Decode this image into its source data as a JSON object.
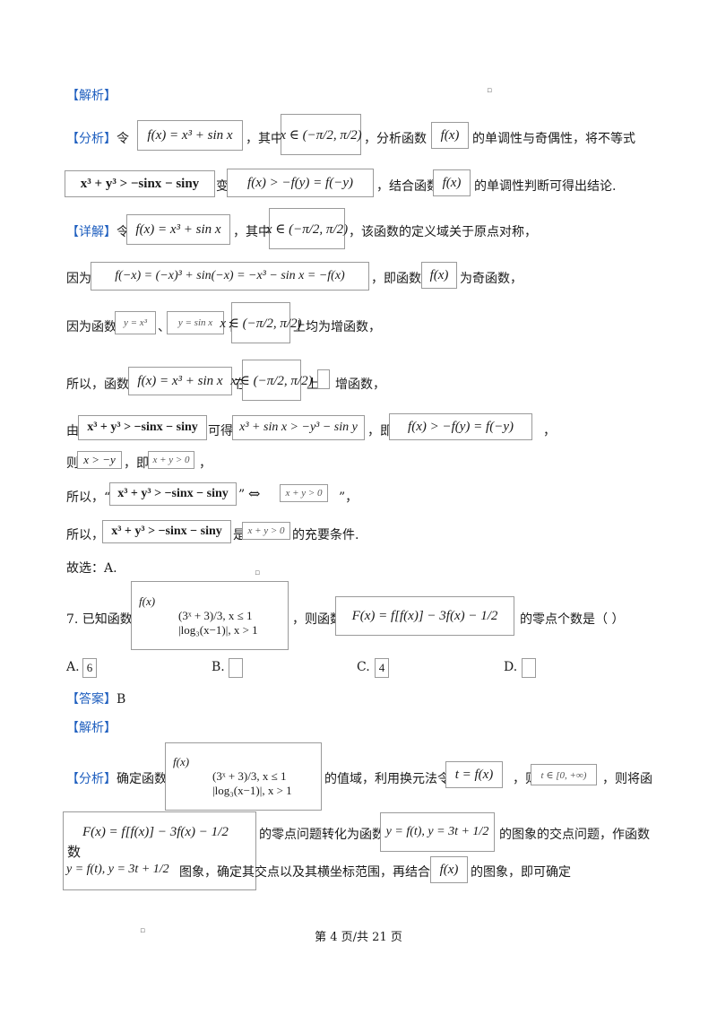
{
  "section_jiexi_1": "【解析】",
  "analysis_1": {
    "tag": "【分析】",
    "line1_a": "令",
    "line1_b": "，其中",
    "line1_c": "，分析函数",
    "line1_d": " 的单调性与奇偶性，将不等式",
    "line2_a": "变形为",
    "line2_b": "，结合函数",
    "line2_c": " 的单调性判断可得出结论."
  },
  "detail": {
    "tag": "【详解】",
    "l1_a": "令",
    "l1_b": "，其中",
    "l1_c": "，该函数的定义域关于原点对称，",
    "l2_a": "因为",
    "l2_b": "，即函数",
    "l2_c": " 为奇函数，",
    "l3_a": "因为函数",
    "l3_sep": "、",
    "l3_b": "在",
    "l3_c": " 上均为增函数，",
    "l4_a": "所以，函数",
    "l4_b": "在",
    "l4_c": "上",
    "l4_d": "增函数，",
    "l5_a": "由",
    "l5_b": "可得",
    "l5_c": "，即",
    "l5_d": "，",
    "l6_a": "则",
    "l6_b": "，即",
    "l6_c": "，",
    "l7_a": "所以，“",
    "l7_b": "”",
    "l7_c": "”，",
    "l8_a": "所以，",
    "l8_b": "是",
    "l8_c": " 的充要条件."
  },
  "choice": "故选：A.",
  "q7": {
    "num": "7. 已知函数",
    "mid": "，则函数",
    "end": "的零点个数是（        ）",
    "options": [
      {
        "label": "A.",
        "value": "6"
      },
      {
        "label": "B.",
        "value": ""
      },
      {
        "label": "C.",
        "value": "4"
      },
      {
        "label": "D.",
        "value": ""
      }
    ]
  },
  "answer": {
    "tag": "【答案】",
    "value": "B"
  },
  "section_jiexi_2": "【解析】",
  "analysis_2": {
    "tag": "【分析】",
    "l1_a": "确定函数",
    "l1_b": "的值域，利用换元法令",
    "l1_c": "，则",
    "l1_d": "，则将函",
    "l2_a": "数",
    "l2_b": "的零点问题转化为函数",
    "l2_c": "的图象的交点问题，作函数",
    "l3_b": "图象，确定其交点以及其横坐标范围，再结合",
    "l3_c": "的图象，即可确定"
  },
  "math": {
    "f_def": "f(x) = x³ + sin x",
    "domain": "x ∈ (−π/2, π/2)",
    "fx": "f(x)",
    "ineq": "x³ + y³ > −sinx − siny",
    "transform": "f(x) > −f(y) = f(−y)",
    "odd": "f(−x) = (−x)³ + sin(−x) = −x³ − sin x = −f(x)",
    "y_cube": "y = x³",
    "y_sin": "y = sin x",
    "deduce": "x³ + sin x > −y³ − sin y",
    "x_gt": "x > −y",
    "sum_pos": "x + y > 0",
    "iff": "⇔",
    "F_def": "F(x) = f[f(x)] − 3f(x) − 1/2",
    "t_def": "t = f(x)",
    "t_range": "t ∈ [0, +∞)",
    "y_ft": "y = f(t), y = 3t + 1/2",
    "piece_top": "(3ˣ + 3)/3, x ≤ 1",
    "piece_bottom": "|log₃(x−1)|, x > 1"
  },
  "footer": "第 4 页/共 21 页"
}
